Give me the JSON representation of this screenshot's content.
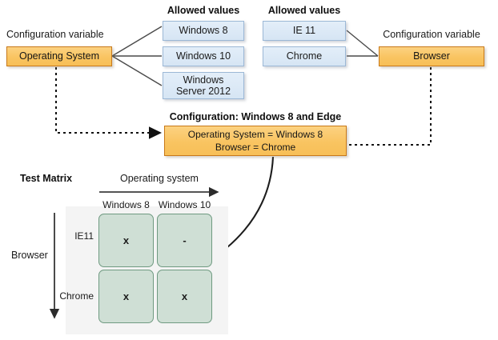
{
  "diagram": {
    "title_left": "Configuration variable",
    "title_right": "Configuration variable",
    "allowed_values_label_left": "Allowed values",
    "allowed_values_label_right": "Allowed values"
  },
  "os_variable": {
    "label": "Operating System",
    "allowed_values": [
      {
        "label": "Windows 8"
      },
      {
        "label": "Windows 10"
      },
      {
        "label": "Windows\nServer 2012",
        "line1": "Windows",
        "line2": "Server 2012"
      }
    ]
  },
  "browser_variable": {
    "label": "Browser",
    "allowed_values": [
      {
        "label": "IE 11"
      },
      {
        "label": "Chrome"
      }
    ]
  },
  "configuration": {
    "caption": "Configuration: Windows 8 and Edge",
    "line1": "Operating System = Windows 8",
    "line2": "Browser = Chrome"
  },
  "matrix": {
    "title": "Test Matrix",
    "x_axis_label": "Operating system",
    "y_axis_label": "Browser",
    "columns": [
      "Windows 8",
      "Windows 10"
    ],
    "rows": [
      "IE11",
      "Chrome"
    ],
    "cells": [
      [
        "x",
        "-"
      ],
      [
        "x",
        "x"
      ]
    ]
  },
  "colors": {
    "orange_fill": "#f9c461",
    "orange_border": "#c8791a",
    "blue_fill": "#dce9f5",
    "blue_border": "#9cb8d6",
    "cell_fill": "#cfdfd5",
    "cell_border": "#6f9a81",
    "backdrop": "#f4f4f4",
    "line": "#404040"
  }
}
